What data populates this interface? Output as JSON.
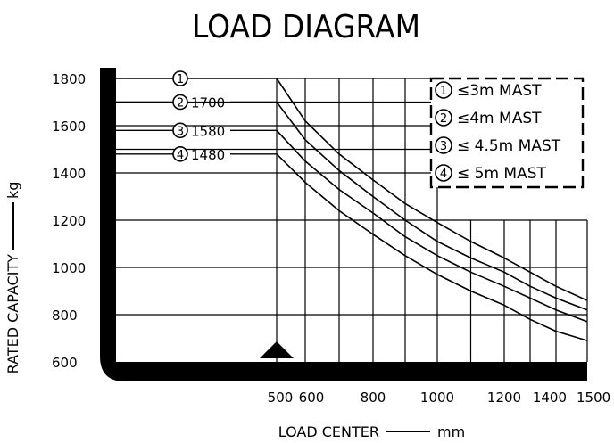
{
  "chart_data": {
    "type": "line",
    "title": "LOAD DIAGRAM",
    "xlabel": "LOAD CENTER",
    "xunit": "mm",
    "ylabel": "RATED CAPACITY",
    "yunit": "kg",
    "x_ticks": [
      500,
      600,
      800,
      1000,
      1200,
      1400,
      1500
    ],
    "y_ticks": [
      600,
      800,
      1000,
      1200,
      1400,
      1600,
      1800
    ],
    "xlim": [
      0,
      1500
    ],
    "ylim": [
      600,
      1800
    ],
    "series": [
      {
        "marker": "1",
        "name": "≤3m MAST",
        "capacity_label": "",
        "x": [
          500,
          600,
          700,
          800,
          900,
          1000,
          1100,
          1200,
          1300,
          1400,
          1500
        ],
        "y": [
          1800,
          1620,
          1480,
          1370,
          1270,
          1190,
          1110,
          1040,
          980,
          920,
          860
        ]
      },
      {
        "marker": "2",
        "name": "≤4m MAST",
        "capacity_label": "1700",
        "x": [
          500,
          600,
          700,
          800,
          900,
          1000,
          1100,
          1200,
          1300,
          1400,
          1500
        ],
        "y": [
          1700,
          1540,
          1410,
          1300,
          1200,
          1110,
          1040,
          980,
          920,
          870,
          820
        ]
      },
      {
        "marker": "3",
        "name": "≤ 4.5m MAST",
        "capacity_label": "1580",
        "x": [
          500,
          600,
          700,
          800,
          900,
          1000,
          1100,
          1200,
          1300,
          1400,
          1500
        ],
        "y": [
          1580,
          1450,
          1330,
          1230,
          1130,
          1050,
          980,
          920,
          870,
          820,
          770
        ]
      },
      {
        "marker": "4",
        "name": "≤ 5m MAST",
        "capacity_label": "1480",
        "x": [
          500,
          600,
          700,
          800,
          900,
          1000,
          1100,
          1200,
          1300,
          1400,
          1500
        ],
        "y": [
          1480,
          1360,
          1240,
          1140,
          1050,
          970,
          900,
          840,
          780,
          730,
          690
        ]
      }
    ]
  }
}
